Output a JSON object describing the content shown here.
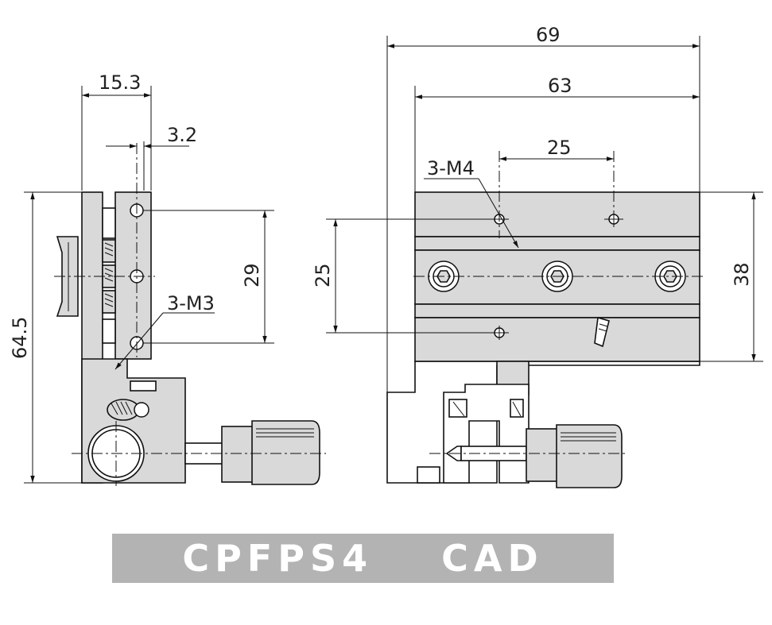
{
  "title": "CPFPS4  CAD",
  "side_view": {
    "dim_width": "15.3",
    "dim_offset": "3.2",
    "dim_height": "64.5",
    "dim_hole_pitch": "29",
    "hole_label": "3-M3"
  },
  "front_view": {
    "dim_total_width": "69",
    "dim_body_width": "63",
    "dim_hole_pitch_x": "25",
    "dim_hole_pitch_y": "25",
    "dim_body_height": "38",
    "hole_label": "3-M4"
  },
  "colors": {
    "part_fill": "#d9d9d9",
    "line": "#111111",
    "banner": "#b3b3b3"
  }
}
